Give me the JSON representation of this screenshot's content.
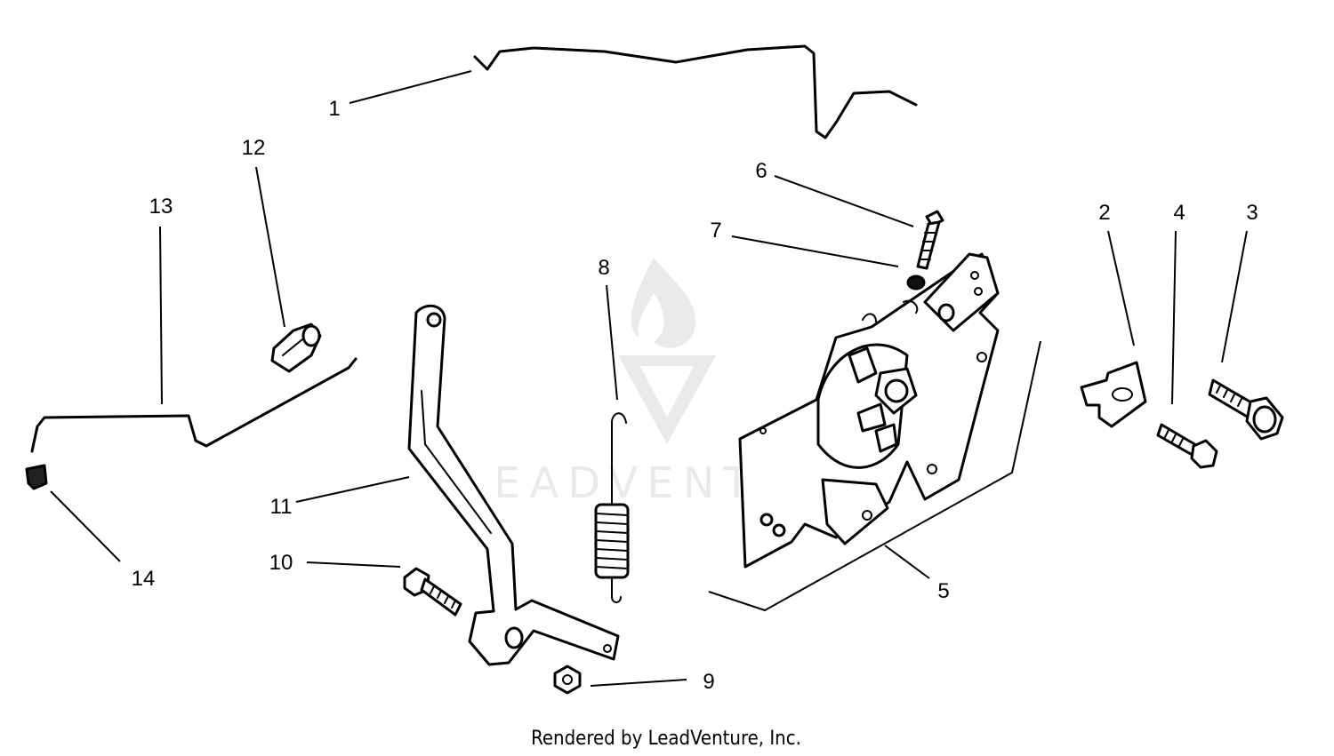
{
  "callouts": {
    "c1": "1",
    "c2": "2",
    "c3": "3",
    "c4": "4",
    "c5": "5",
    "c6": "6",
    "c7": "7",
    "c8": "8",
    "c9": "9",
    "c10": "10",
    "c11": "11",
    "c12": "12",
    "c13": "13",
    "c14": "14"
  },
  "watermark": {
    "text": "LEADVENTURE"
  },
  "footer": {
    "text": "Rendered by LeadVenture, Inc."
  }
}
